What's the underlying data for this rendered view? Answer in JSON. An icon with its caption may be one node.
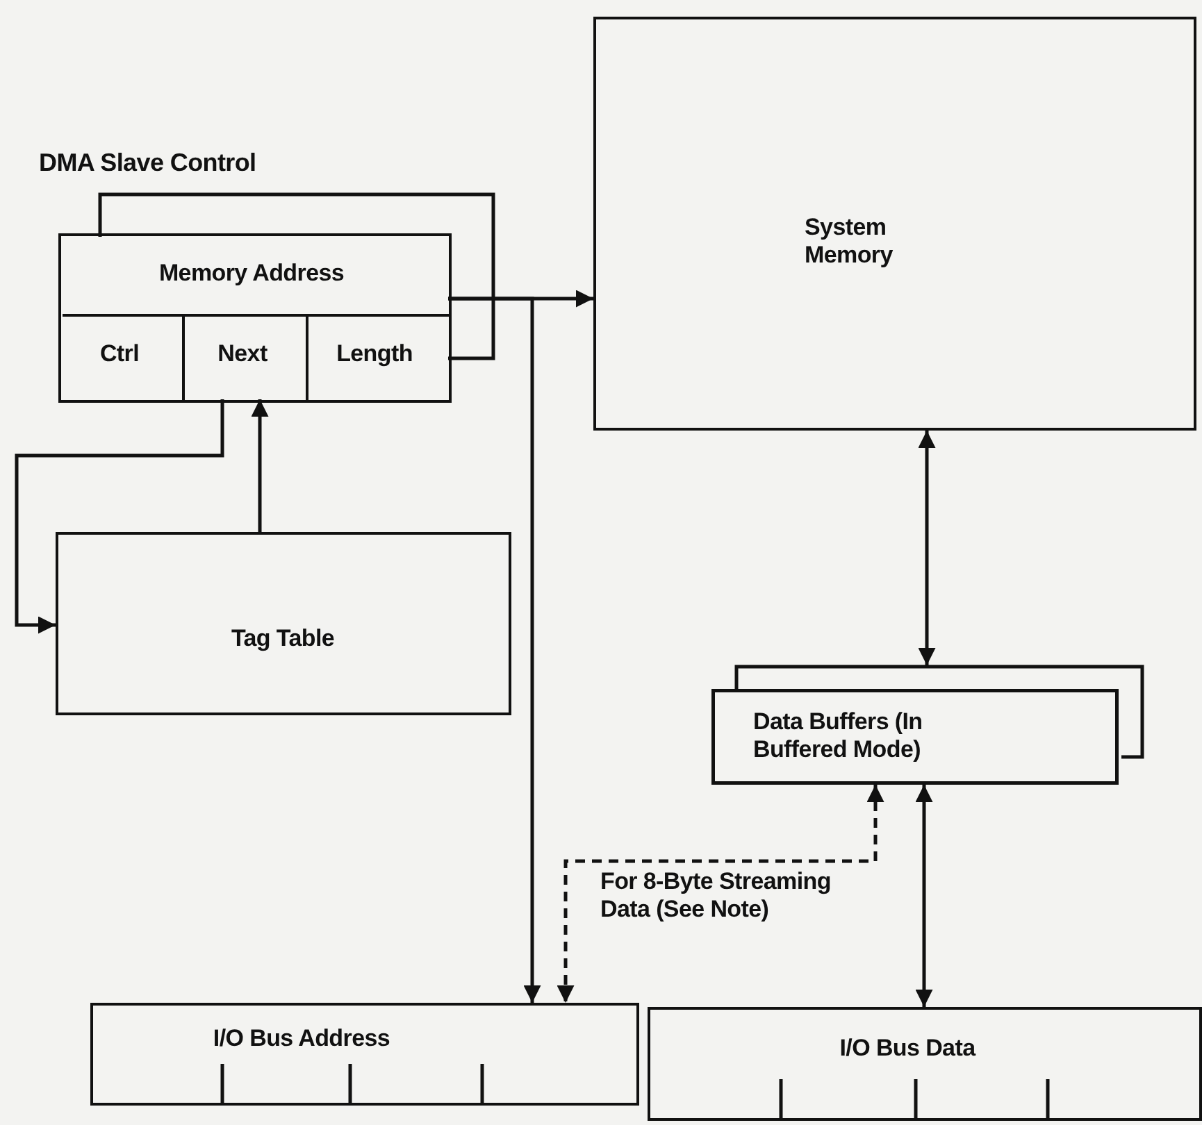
{
  "diagram": {
    "nodes": [
      {
        "text": [
          "DMA Slave Control"
        ]
      },
      {
        "text": [
          "Memory Address"
        ],
        "in": 0
      },
      {
        "text": [
          "Ctrl"
        ],
        "in": 0
      },
      {
        "text": [
          "Next"
        ],
        "in": 0
      },
      {
        "text": [
          "Length"
        ],
        "in": 0
      },
      {
        "text": [
          "System Memory"
        ]
      },
      {
        "text": [
          "Tag Table"
        ]
      },
      {
        "text": [
          "Data Buffers (In Buffered Mode)"
        ]
      },
      {
        "text": [
          "I/O Bus Address"
        ]
      },
      {
        "text": [
          "I/O Bus Data"
        ]
      }
    ],
    "edges": [
      {
        "from": 1,
        "to": 5,
        "arrow": "to"
      },
      {
        "from": 1,
        "to": 8,
        "arrow": "to"
      },
      {
        "from": 4,
        "to": 1,
        "arrow": "none"
      },
      {
        "from": 3,
        "to": 6,
        "arrow": "to"
      },
      {
        "from": 6,
        "to": 3,
        "arrow": "to"
      },
      {
        "from": 5,
        "to": 7,
        "arrow": "both"
      },
      {
        "from": 7,
        "to": 9,
        "arrow": "both"
      },
      {
        "from": 7,
        "to": 8,
        "arrow": "both",
        "style": "dashed",
        "label": "For 8-Byte Streaming Data (See Note)"
      }
    ]
  }
}
